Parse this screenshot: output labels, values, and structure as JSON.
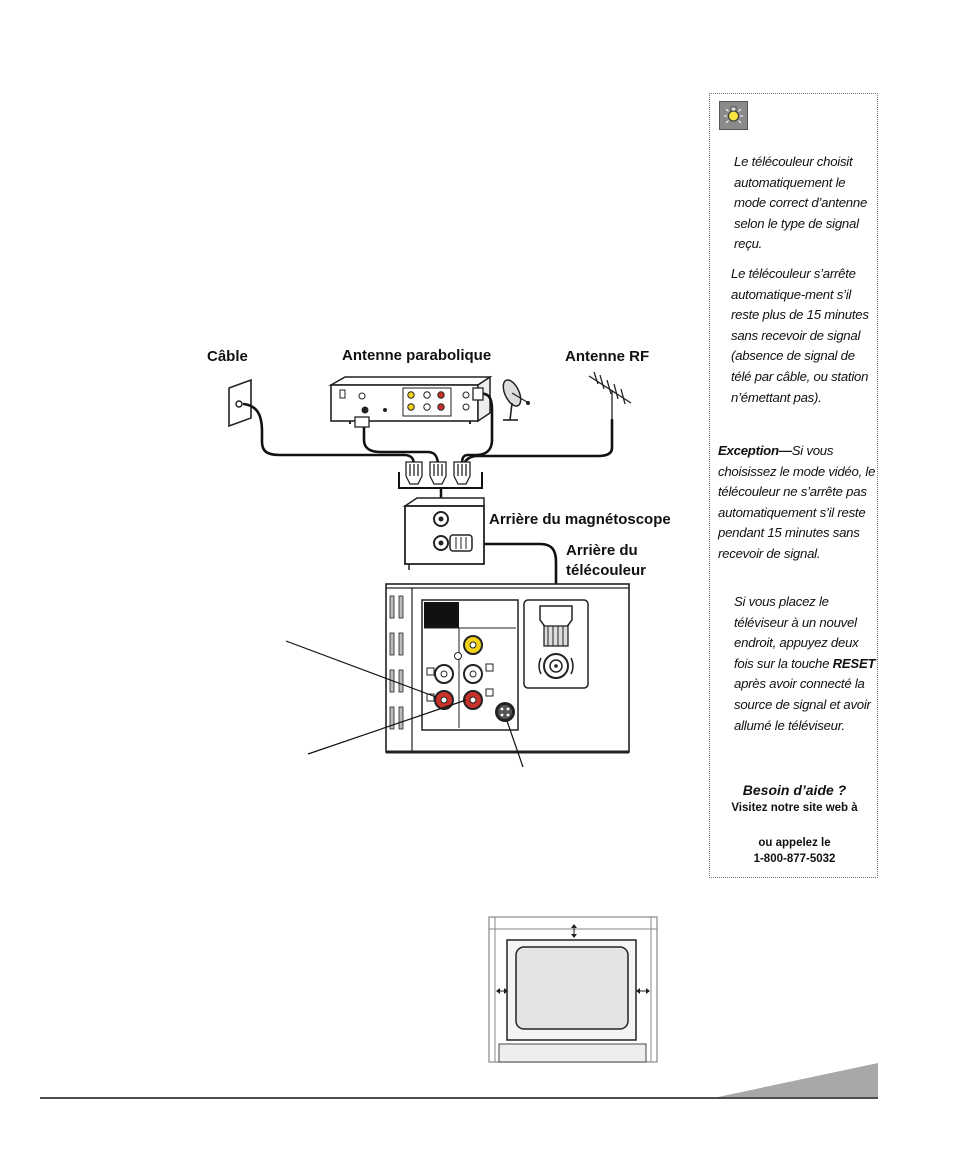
{
  "diagram": {
    "label_cable": "Câble",
    "label_satellite": "Antenne parabolique",
    "label_rf": "Antenne RF",
    "label_vcr_back": "Arrière du magnétoscope",
    "label_tv_back_1": "Arrière du",
    "label_tv_back_2": "télécouleur"
  },
  "sidebar": {
    "tip_icon": "lightbulb-icon",
    "p1": "Le télécouleur choisit automatiquement le mode correct d’antenne selon le type de signal reçu.",
    "p2": "Le télécouleur s’arrête automatique-ment s’il reste plus de 15 minutes sans recevoir de signal (absence de signal de télé par câble, ou station n’émettant pas).",
    "p3_bold": "Exception—",
    "p3_rest": "Si vous choisissez le mode vidéo, le télécouleur ne s’arrête pas automatiquement s’il reste pendant 15 minutes sans recevoir de signal.",
    "p4_a": "Si vous placez le téléviseur à un nouvel endroit, appuyez deux fois sur la touche ",
    "p4_bold": "RESET",
    "p4_b": " après avoir connecté la source de signal et avoir allumé le téléviseur.",
    "help_title": "Besoin d’aide ?",
    "help_line1": "Visitez notre site web à",
    "help_line2": "ou appelez le",
    "help_phone": "1-800-877-5032"
  },
  "colors": {
    "accent_grey": "#a8a8a8",
    "rca_yellow": "#f2d21b",
    "rca_red": "#c8322a"
  }
}
